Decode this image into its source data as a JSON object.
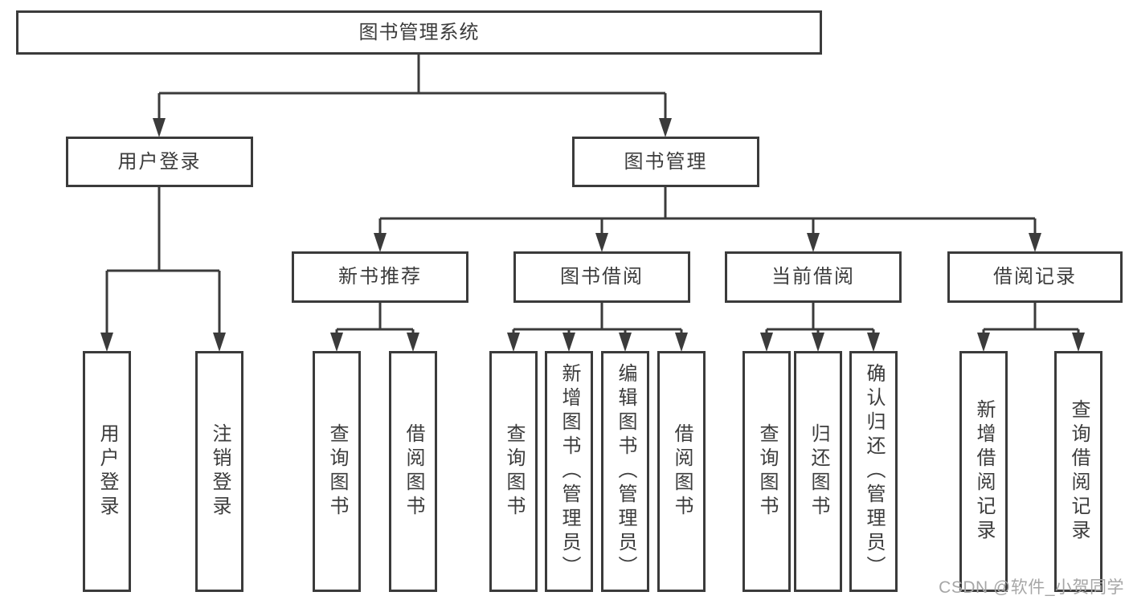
{
  "diagram": {
    "root": {
      "label": "图书管理系统"
    },
    "level2": [
      {
        "label": "用户登录"
      },
      {
        "label": "图书管理"
      }
    ],
    "level3": [
      {
        "label": "新书推荐"
      },
      {
        "label": "图书借阅"
      },
      {
        "label": "当前借阅"
      },
      {
        "label": "借阅记录"
      }
    ],
    "leaves": [
      {
        "label": "用户登录"
      },
      {
        "label": "注销登录"
      },
      {
        "label": "查询图书"
      },
      {
        "label": "借阅图书"
      },
      {
        "label": "查询图书"
      },
      {
        "label": "新增图书（管理员）"
      },
      {
        "label": "编辑图书（管理员）"
      },
      {
        "label": "借阅图书"
      },
      {
        "label": "查询图书"
      },
      {
        "label": "归还图书"
      },
      {
        "label": "确认归还（管理员）"
      },
      {
        "label": "新增借阅记录"
      },
      {
        "label": "查询借阅记录"
      }
    ],
    "watermark": "CSDN @软件_小贺同学",
    "colors": {
      "line": "#3b3b3b",
      "text": "#3c3c3c",
      "watermark": "#a6a6a6",
      "background": "#ffffff"
    }
  }
}
